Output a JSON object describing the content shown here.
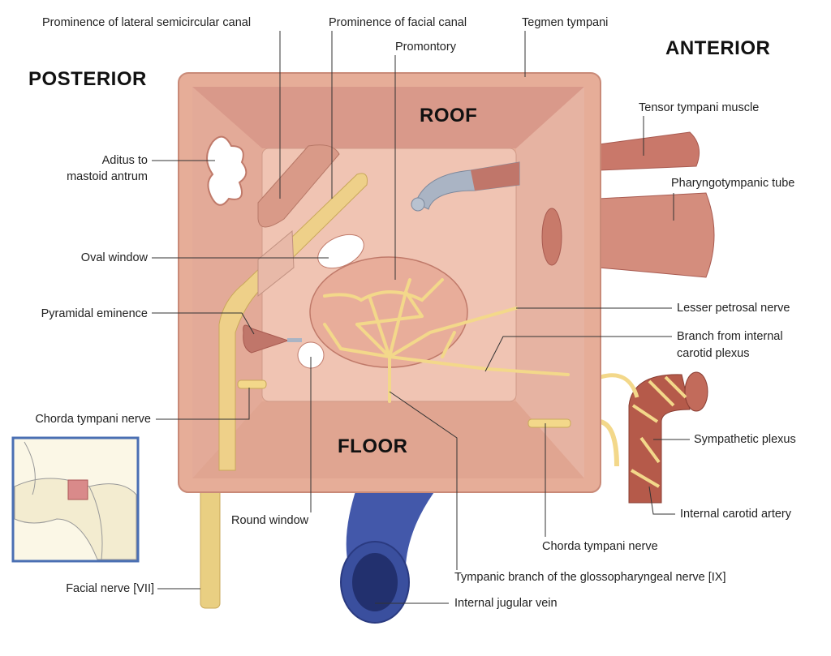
{
  "orientation": {
    "posterior": "POSTERIOR",
    "anterior": "ANTERIOR"
  },
  "walls": {
    "roof": "ROOF",
    "floor": "FLOOR"
  },
  "labels": {
    "lateral_semicircular": "Prominence of lateral semicircular canal",
    "facial_canal": "Prominence of facial canal",
    "promontory": "Promontory",
    "tegmen": "Tegmen tympani",
    "aditus_1": "Aditus to",
    "aditus_2": "mastoid antrum",
    "oval_window": "Oval window",
    "pyramidal": "Pyramidal eminence",
    "chorda_left": "Chorda tympani nerve",
    "facial_nerve": "Facial nerve [VII]",
    "round_window": "Round window",
    "chorda_right": "Chorda tympani nerve",
    "tympanic_branch": "Tympanic branch of the glossopharyngeal nerve [IX]",
    "ijv": "Internal jugular vein",
    "ica": "Internal carotid artery",
    "sympathetic": "Sympathetic plexus",
    "branch_ica_1": "Branch from internal",
    "branch_ica_2": "carotid plexus",
    "lesser_petrosal": "Lesser petrosal nerve",
    "pharyngotympanic": "Pharyngotympanic tube",
    "tensor": "Tensor tympani muscle"
  },
  "colors": {
    "wall": "#e8b3a0",
    "roof": "#d99b88",
    "nerve": "#f3d88a",
    "vein": "#3f56a8",
    "inset_border": "#4a6fb3"
  }
}
